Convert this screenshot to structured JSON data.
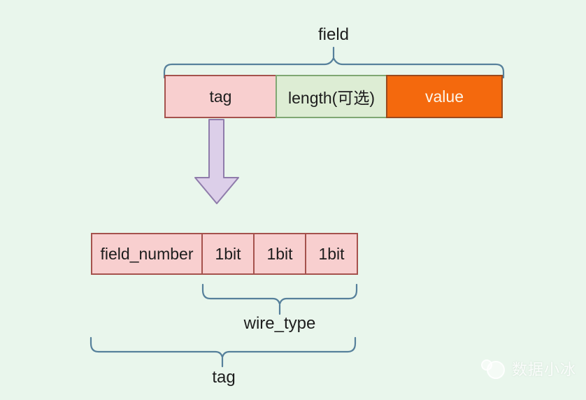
{
  "diagram": {
    "top_group": {
      "brace_label": "field",
      "cells": [
        {
          "label": "tag"
        },
        {
          "label": "length(可选)"
        },
        {
          "label": "value"
        }
      ]
    },
    "arrow_icon": "down-arrow",
    "bottom_group": {
      "cells": [
        {
          "label": "field_number"
        },
        {
          "label": "1bit"
        },
        {
          "label": "1bit"
        },
        {
          "label": "1bit"
        }
      ],
      "wire_type_brace_label": "wire_type",
      "tag_brace_label": "tag"
    },
    "watermark": {
      "text": "数据小冰",
      "logo_icon": "snowman-doodle-icon"
    },
    "colors": {
      "background": "#e9f6ec",
      "pink_fill": "#f8cfcf",
      "pink_border": "#a5524d",
      "green_fill": "#ddedd4",
      "green_border": "#7fa873",
      "orange_fill": "#f4690d",
      "orange_border": "#9a4a1d",
      "value_text": "#fcf5e9",
      "brace_stroke": "#56809b",
      "arrow_fill": "#dccfe9",
      "arrow_stroke": "#8f7cab",
      "label_text": "#1d1d1d"
    }
  }
}
